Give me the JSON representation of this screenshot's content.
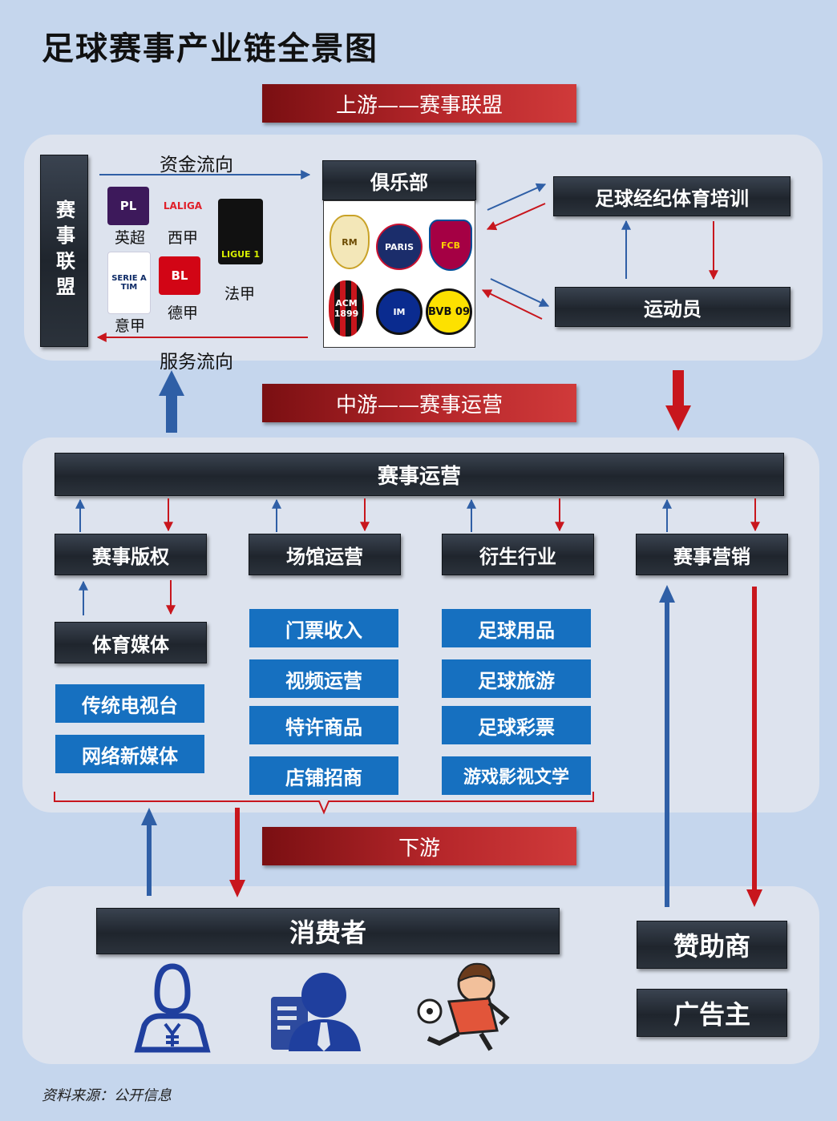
{
  "title": "足球赛事产业链全景图",
  "banners": {
    "upstream": "上游——赛事联盟",
    "midstream": "中游——赛事运营",
    "downstream": "下游"
  },
  "upstream": {
    "league_box": "赛事联盟",
    "fund_flow": "资金流向",
    "service_flow": "服务流向",
    "leagues": [
      {
        "logo": "PL",
        "name": "英超"
      },
      {
        "logo": "LALIGA",
        "name": "西甲"
      },
      {
        "logo": "LIGUE 1",
        "name": "法甲"
      },
      {
        "logo": "SERIE A TIM",
        "name": "意甲"
      },
      {
        "logo": "BL",
        "name": "德甲"
      }
    ],
    "club_box": "俱乐部",
    "clubs": [
      {
        "logo": "RM"
      },
      {
        "logo": "PARIS"
      },
      {
        "logo": "FCB"
      },
      {
        "logo": "ACM 1899"
      },
      {
        "logo": "IM"
      },
      {
        "logo": "BVB 09"
      }
    ],
    "agent_box": "足球经纪体育培训",
    "athlete_box": "运动员"
  },
  "midstream": {
    "ops_bar": "赛事运营",
    "columns": [
      {
        "header": "赛事版权",
        "sub_header": "体育媒体",
        "items": [
          "传统电视台",
          "网络新媒体"
        ]
      },
      {
        "header": "场馆运营",
        "items": [
          "门票收入",
          "视频运营",
          "特许商品",
          "店铺招商"
        ]
      },
      {
        "header": "衍生行业",
        "items": [
          "足球用品",
          "足球旅游",
          "足球彩票",
          "游戏影视文学"
        ]
      },
      {
        "header": "赛事营销"
      }
    ]
  },
  "downstream": {
    "consumer_bar": "消费者",
    "consumer_icons": [
      "payer-icon",
      "business-person-icon",
      "soccer-player-icon"
    ],
    "sponsor": "赞助商",
    "advertiser": "广告主"
  },
  "source": "资料来源：公开信息",
  "colors": {
    "up_arrow": "#2f5fa6",
    "down_arrow": "#c8161d",
    "blue_box": "#1670c0",
    "panel": "#dde3ee",
    "background": "#c5d6ed"
  }
}
